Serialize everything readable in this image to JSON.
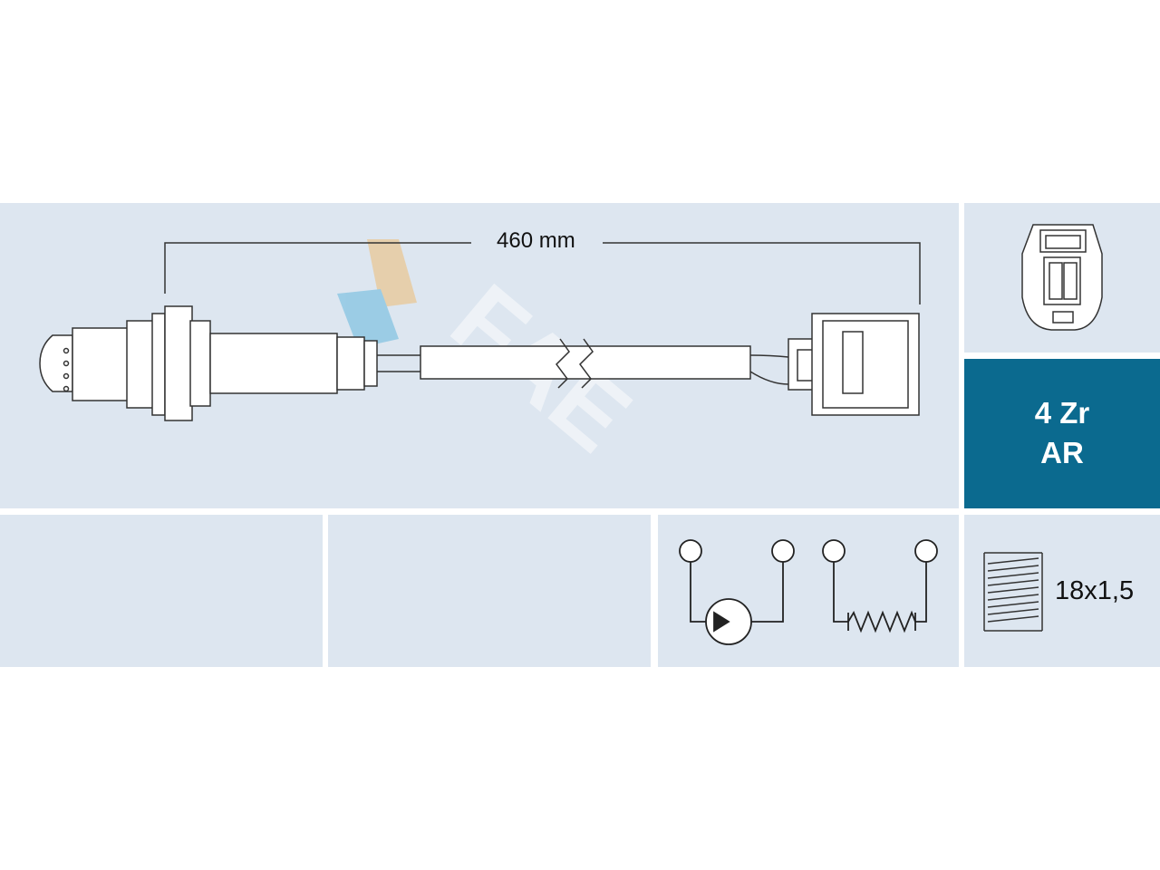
{
  "dimension": {
    "cable_length": "460 mm"
  },
  "spec": {
    "sensor_type": "4 Zr",
    "variant": "AR"
  },
  "thread": {
    "size": "18x1,5"
  },
  "watermark": {
    "brand": "FAE"
  },
  "colors": {
    "panel": "#dde6f0",
    "spec_panel": "#0b6a8f",
    "line": "#222222",
    "logo_blue": "#5bb4dc",
    "logo_orange": "#f0b96a"
  },
  "icons": {
    "connector": "connector-face-icon",
    "pump_cell": "pump-cell-symbol-icon",
    "heater": "heater-resistor-symbol-icon",
    "thread": "thread-icon"
  }
}
